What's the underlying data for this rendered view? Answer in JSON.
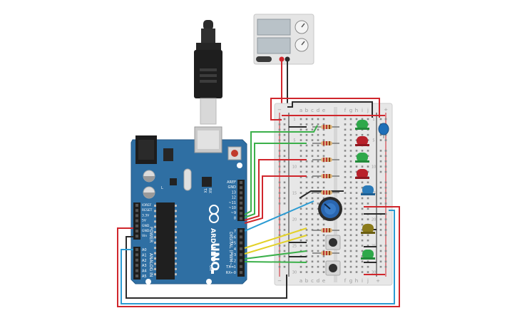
{
  "board": {
    "pin_header_top": [
      "AREF",
      "GND",
      "13",
      "12",
      "~11",
      "~10",
      "~9",
      "8"
    ],
    "pin_header_mid": [
      "7",
      "~6",
      "~5",
      "4",
      "~3",
      "2",
      "TX→1",
      "RX←0"
    ],
    "digital_label": "DIGITAL (PWM~)",
    "power_pins": [
      "IOREF",
      "RESET",
      "3.3V",
      "5V",
      "GND",
      "GND",
      "Vin"
    ],
    "power_label": "POWER",
    "analog_pins": [
      "A0",
      "A1",
      "A2",
      "A3",
      "A4",
      "A5"
    ],
    "analog_label": "ANALOG IN",
    "brand": "ARDUINO",
    "model": "UNO",
    "led_labels": [
      "TX",
      "RX"
    ],
    "l_label": "L",
    "on_label": "ON"
  },
  "breadboard": {
    "col_letters_left": [
      "a",
      "b",
      "c",
      "d",
      "e"
    ],
    "col_letters_right": [
      "f",
      "g",
      "h",
      "i",
      "j"
    ],
    "row_numbers": [
      "1",
      "5",
      "10",
      "15",
      "20",
      "25",
      "30"
    ],
    "rail_minus": "−",
    "rail_plus": "+"
  },
  "colors": {
    "board": "#2f6fa3",
    "wire_red": "#d0262c",
    "wire_black": "#2b2b2b",
    "wire_green": "#3bb04a",
    "wire_yellow": "#e3d127",
    "wire_blue": "#2a9bd3",
    "led_green": "#2ea84a",
    "led_red": "#b8202a",
    "led_blue": "#2a7ab8",
    "led_yellow": "#8a7a1a",
    "breadboard": "#e7e7e7"
  },
  "icons": [
    "usb-cable-icon",
    "power-supply-icon",
    "potentiometer-icon",
    "push-button-icon",
    "capacitor-icon"
  ]
}
